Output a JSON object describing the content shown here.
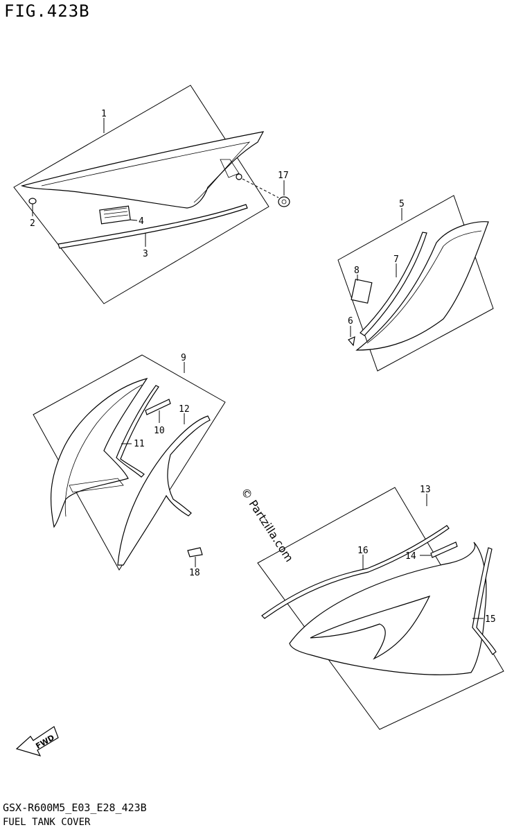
{
  "header": {
    "figure_label": "FIG.423B"
  },
  "footer": {
    "code": "GSX-R600M5_E03_E28_423B",
    "name": "FUEL TANK COVER"
  },
  "watermark": {
    "text": "© Partzilla.com"
  },
  "callouts": {
    "p1": "1",
    "p2": "2",
    "p3": "3",
    "p4": "4",
    "p5": "5",
    "p6": "6",
    "p7": "7",
    "p8": "8",
    "p9": "9",
    "p10": "10",
    "p11": "11",
    "p12": "12",
    "p13": "13",
    "p14": "14",
    "p15": "15",
    "p16": "16",
    "p17": "17",
    "p18": "18"
  },
  "fwd_arrow": {
    "label": "FWD"
  }
}
